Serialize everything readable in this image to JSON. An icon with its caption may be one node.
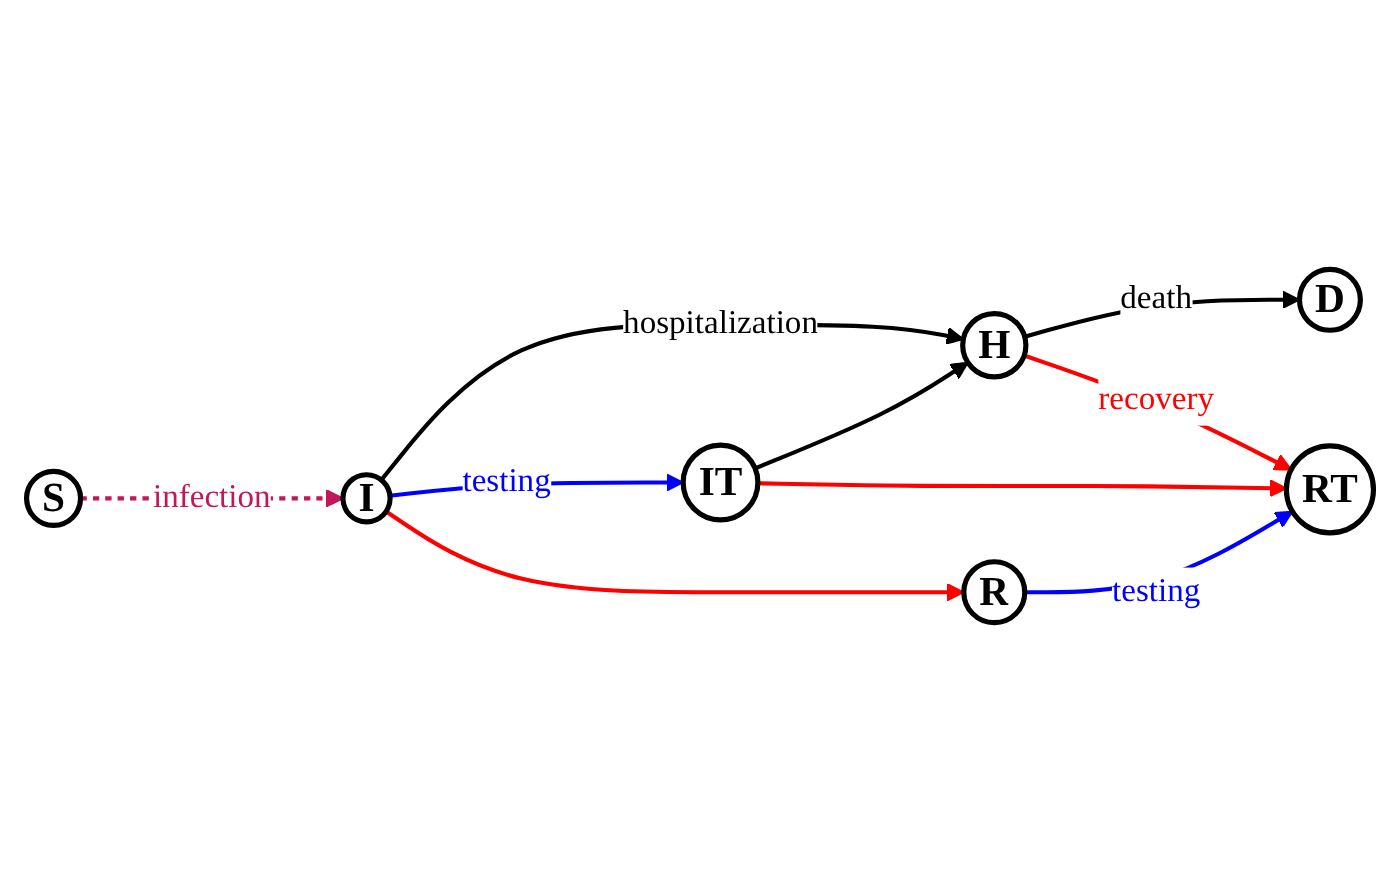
{
  "diagram": {
    "nodes": [
      {
        "text": [
          "S"
        ]
      },
      {
        "text": [
          "I"
        ]
      },
      {
        "text": [
          "H"
        ]
      },
      {
        "text": [
          "D"
        ]
      },
      {
        "text": [
          "R"
        ]
      },
      {
        "text": [
          "IT"
        ]
      },
      {
        "text": [
          "RT"
        ]
      }
    ],
    "edges": [
      {
        "from": 0,
        "to": 1,
        "arrow": "to",
        "label": "infection",
        "style": "dashed",
        "color": "#c2185b"
      },
      {
        "from": 1,
        "to": 2,
        "arrow": "to",
        "label": "hospitalization"
      },
      {
        "from": 2,
        "to": 3,
        "arrow": "to",
        "label": "death"
      },
      {
        "from": 1,
        "to": 4,
        "arrow": "to",
        "color": "#ff0000"
      },
      {
        "from": 1,
        "to": 5,
        "arrow": "to",
        "label": "testing",
        "color": "#0000ff"
      },
      {
        "from": 5,
        "to": 2,
        "arrow": "to"
      },
      {
        "from": 2,
        "to": 6,
        "arrow": "to",
        "label": "recovery",
        "color": "#ff0000"
      },
      {
        "from": 5,
        "to": 6,
        "arrow": "to",
        "color": "#ff0000"
      },
      {
        "from": 4,
        "to": 6,
        "arrow": "to",
        "label": "testing",
        "color": "#0000ff"
      }
    ]
  }
}
